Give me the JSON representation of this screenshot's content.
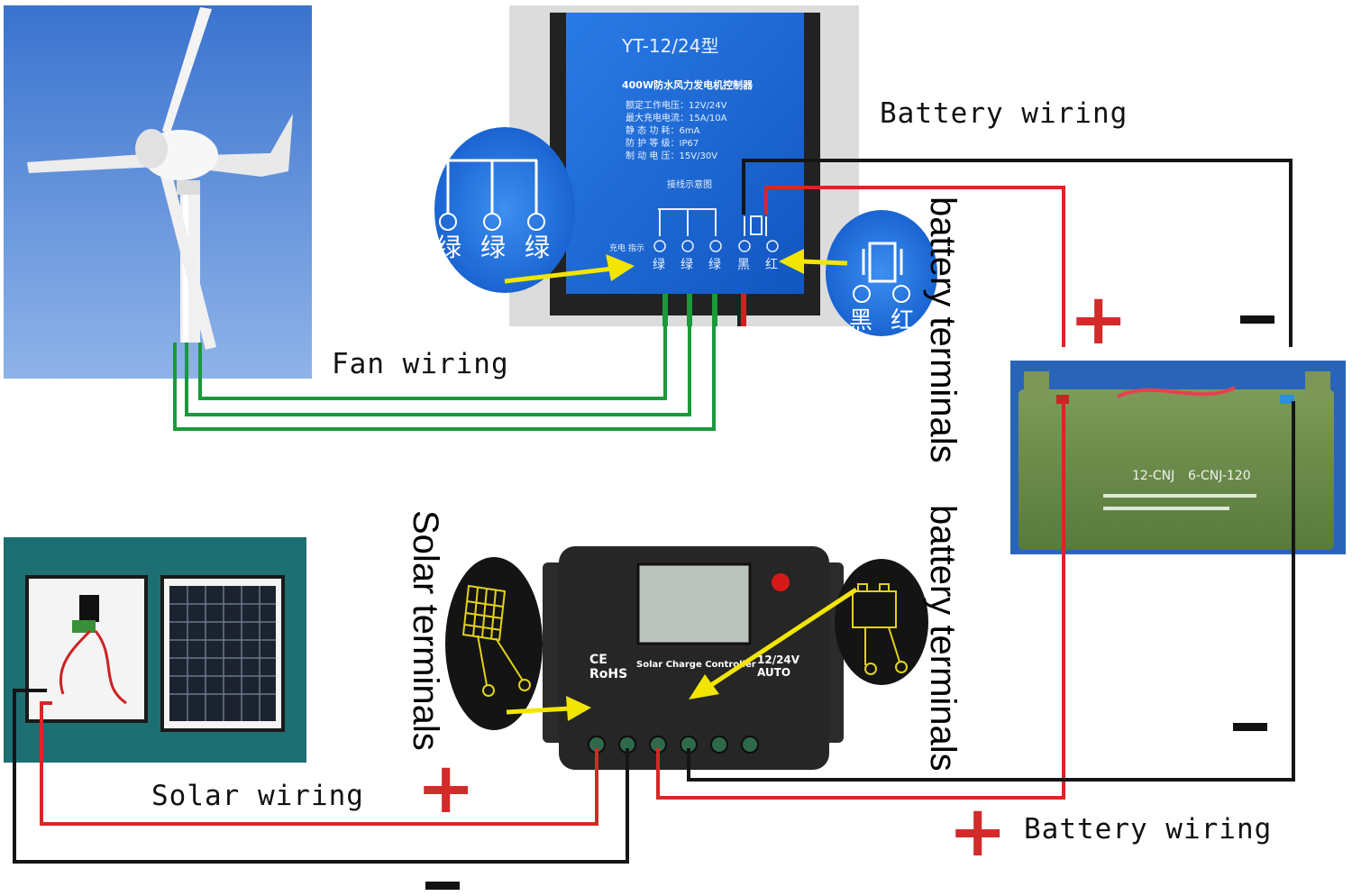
{
  "colors": {
    "green_wire": "#1a9a3a",
    "red_wire": "#d92626",
    "black_wire": "#151515",
    "arrow": "#f2e500",
    "sky": "#4f86d8",
    "controller_blue": "#1c68d8",
    "battery_green": "#6a8a4a"
  },
  "labels": {
    "battery_wiring_top": "Battery wiring",
    "battery_wiring_bottom": "Battery wiring",
    "fan_wiring": "Fan wiring",
    "solar_wiring": "Solar wiring",
    "battery_terminals_top": "battery terminals",
    "battery_terminals_bottom": "battery terminals",
    "solar_terminals": "Solar terminals"
  },
  "wind_controller": {
    "model": "YT-12/24型",
    "name": "400W防水风力发电机控制器",
    "specs": [
      "额定工作电压：12V/24V",
      "最大充电电流：15A/10A",
      "静 态 功 耗：6mA",
      "防 护 等 级：IP67",
      "制 动 电 压：15V/30V"
    ],
    "diagram_caption": "接线示意图",
    "side_note": "充电 指示",
    "terminals": [
      "绿",
      "绿",
      "绿",
      "黑",
      "红"
    ]
  },
  "phase_zoom": {
    "terminals": [
      "绿",
      "绿",
      "绿"
    ]
  },
  "battery_zoom": {
    "terminals": [
      "黑",
      "红"
    ]
  },
  "solar_controller": {
    "ce": "CE",
    "rohs": "RoHS",
    "name": "Solar Charge Controller",
    "voltage": "12/24V",
    "mode": "AUTO"
  },
  "battery": {
    "model_1": "12-CNJ",
    "model_2": "6-CNJ-120"
  },
  "signs": {
    "plus": "+"
  }
}
